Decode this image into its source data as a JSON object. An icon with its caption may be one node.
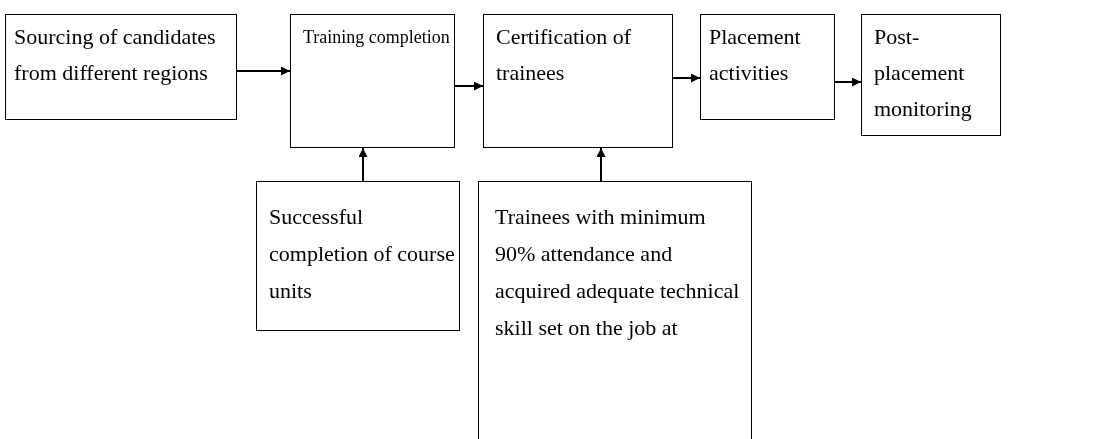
{
  "diagram": {
    "nodes": [
      {
        "text": [
          "Sourcing of candidates from different regions"
        ]
      },
      {
        "text": [
          "Training completion"
        ]
      },
      {
        "text": [
          "Certification of trainees"
        ]
      },
      {
        "text": [
          "Placement activities"
        ]
      },
      {
        "text": [
          "Post-placement monitoring"
        ]
      },
      {
        "text": [
          "Successful completion of course units"
        ]
      },
      {
        "text": [
          "Trainees with minimum 90% attendance and acquired adequate technical skill set on the job at"
        ]
      }
    ],
    "edges": [
      {
        "from": 0,
        "to": 1,
        "arrow": "to"
      },
      {
        "from": 1,
        "to": 2,
        "arrow": "to"
      },
      {
        "from": 2,
        "to": 3,
        "arrow": "to"
      },
      {
        "from": 3,
        "to": 4,
        "arrow": "to"
      },
      {
        "from": 5,
        "to": 1,
        "arrow": "to"
      },
      {
        "from": 6,
        "to": 2,
        "arrow": "to"
      }
    ]
  }
}
